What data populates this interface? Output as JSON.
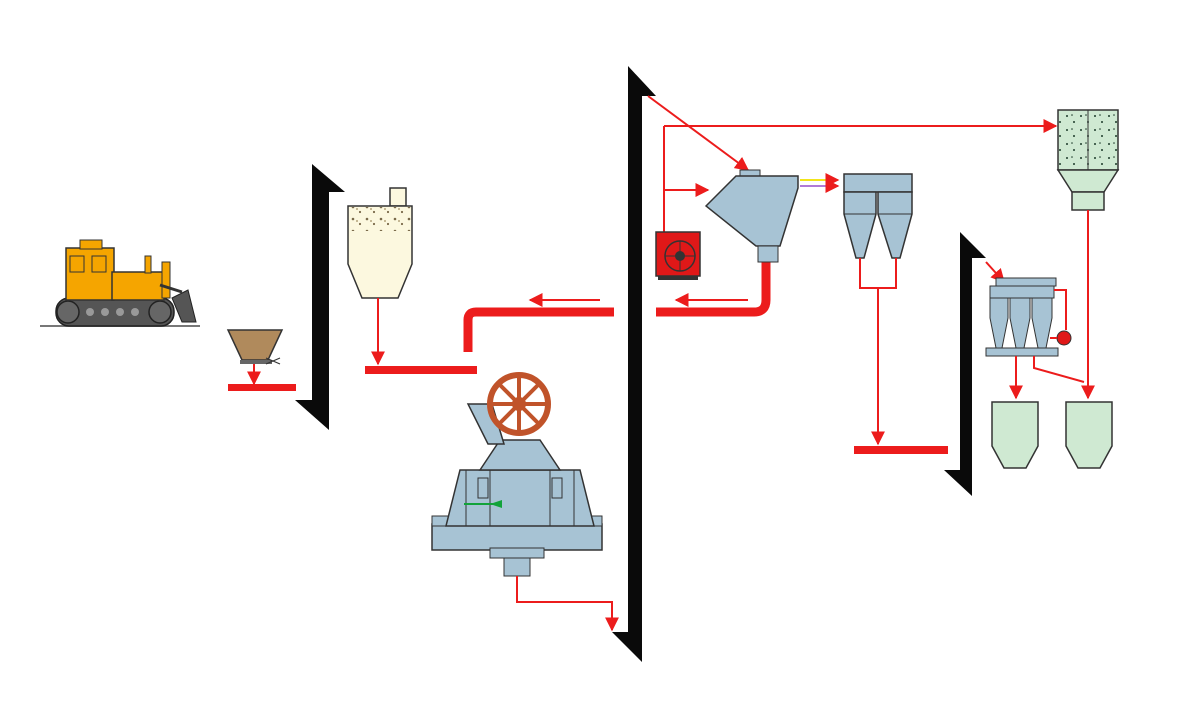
{
  "colors": {
    "background": "#ffffff",
    "flow": "#ec1c1c",
    "elevator": "#0a0a0a",
    "equipment": "#a7c3d4",
    "outline": "#2a2a2a",
    "loader_body": "#f5a500",
    "loader_track": "#555555",
    "hopper": "#b08a5c",
    "silo_fill": "#fcf8df",
    "product_bin": "#cfe9d2",
    "wheel": "#c0532a",
    "fan": "#e01818",
    "yellow_signal": "#f2e51a",
    "purple_signal": "#b07ad6",
    "green_arrow": "#12a33a"
  },
  "components": [
    {
      "name": "wheel-loader",
      "icon": "bulldozer-icon"
    },
    {
      "name": "feed-hopper",
      "icon": "hopper-icon"
    },
    {
      "name": "bucket-elevator-1",
      "icon": "elevator-icon"
    },
    {
      "name": "storage-silo",
      "icon": "silo-icon"
    },
    {
      "name": "vertical-mill",
      "icon": "mill-icon"
    },
    {
      "name": "bucket-elevator-2",
      "icon": "elevator-icon"
    },
    {
      "name": "blower-fan",
      "icon": "fan-icon"
    },
    {
      "name": "classifier",
      "icon": "classifier-icon"
    },
    {
      "name": "twin-cyclone",
      "icon": "cyclone-icon"
    },
    {
      "name": "bag-filter",
      "icon": "dust-collector-icon"
    },
    {
      "name": "bucket-elevator-3",
      "icon": "elevator-icon"
    },
    {
      "name": "powder-separator",
      "icon": "separator-icon"
    },
    {
      "name": "product-bin-1",
      "icon": "bin-icon"
    },
    {
      "name": "product-bin-2",
      "icon": "bin-icon"
    }
  ]
}
